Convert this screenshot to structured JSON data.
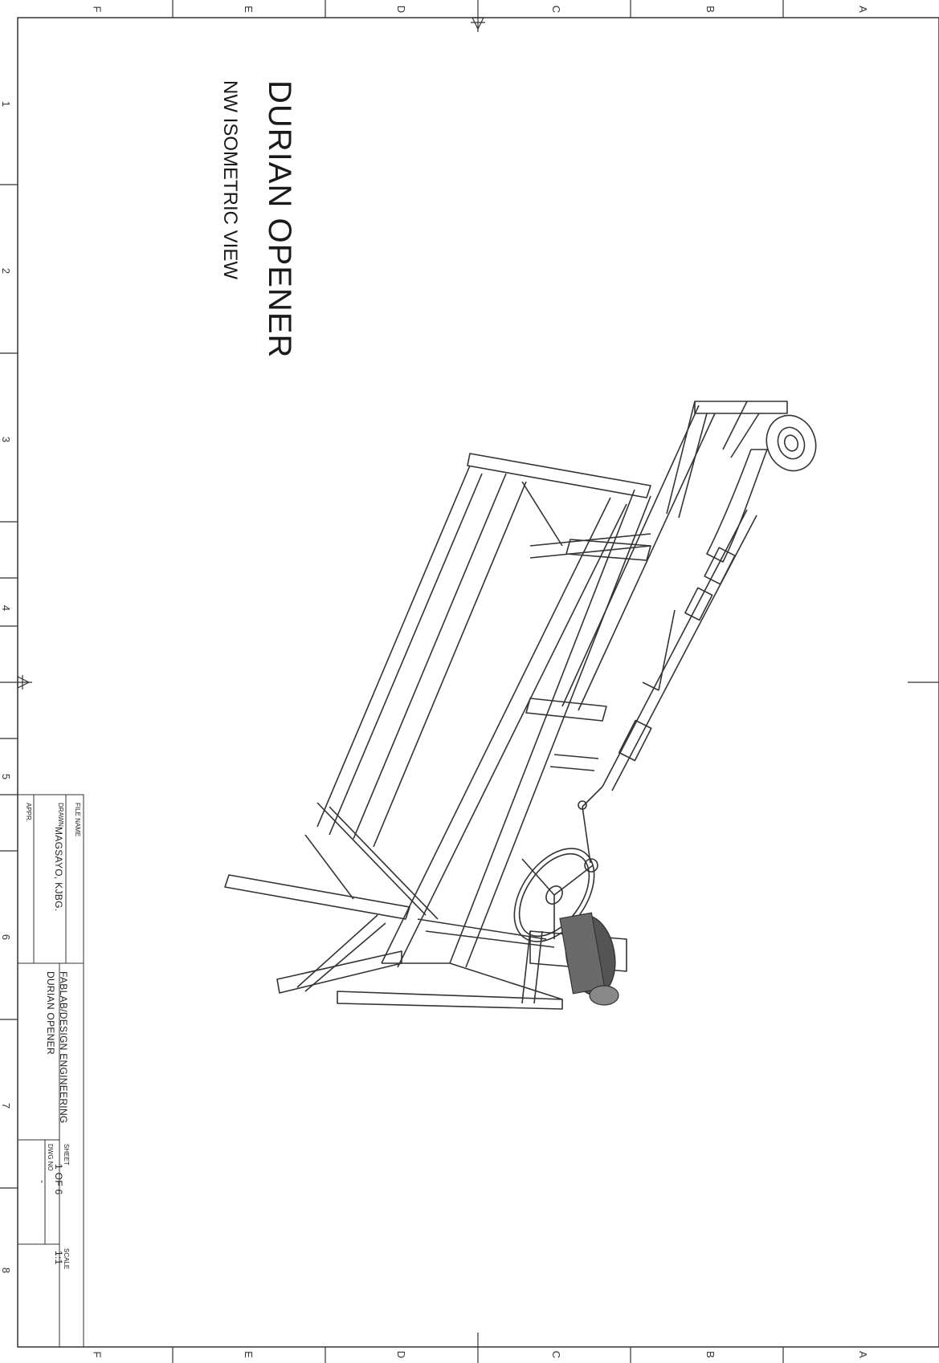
{
  "drawing": {
    "title": "DURIAN OPENER",
    "subtitle": "NW ISOMETRIC VIEW"
  },
  "border": {
    "row_letters_top": [
      "F",
      "E",
      "D",
      "C",
      "B",
      "A"
    ],
    "row_letters_bottom": [
      "F",
      "E",
      "D",
      "C",
      "B",
      "A"
    ],
    "column_numbers": [
      "1",
      "2",
      "3",
      "4",
      "5",
      "6",
      "7",
      "8"
    ]
  },
  "title_block": {
    "file_name_label": "FILE NAME",
    "drawn_label": "DRAWN",
    "drawn_value": "MAGSAYO, KJBG.",
    "appr_label": "APPR.",
    "company": "FABLAB/DESIGN ENGINEERING",
    "part_name": "DURIAN OPENER",
    "sheet_label": "SHEET",
    "sheet_value": "1 OF 6",
    "dwg_no_label": "DWG NO",
    "dwg_no_value": "-",
    "scale_label": "SCALE",
    "scale_value": "1:1"
  },
  "colors": {
    "line": "#333333",
    "motor": "#555555"
  }
}
